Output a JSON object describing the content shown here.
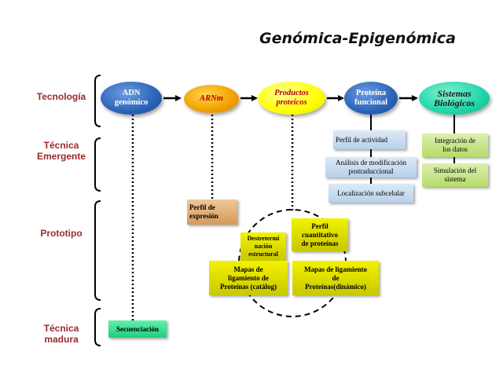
{
  "title": "Genómica-Epigenómica",
  "rows": {
    "tecnologia": "Tecnología",
    "tecnica_emergente_1": "Técnica",
    "tecnica_emergente_2": "Emergente",
    "prototipo": "Prototipo",
    "tecnica_madura_1": "Técnica",
    "tecnica_madura_2": "madura"
  },
  "nodes": {
    "adn_1": "ADN",
    "adn_2": "genómico",
    "arnm": "ARNm",
    "productos_1": "Productos",
    "productos_2": "proteicos",
    "proteina_1": "Proteína",
    "proteina_2": "funcional",
    "sistemas_1": "Sistemas",
    "sistemas_2": "Biológicos"
  },
  "boxes": {
    "perfil_actividad": "Perfil  de actividad",
    "analisis_1": "Análisis  de modificación",
    "analisis_2": "postraduccional",
    "localizacion": "Localización  subcelular",
    "integracion_1": "Integración  de",
    "integracion_2": "los datos",
    "simulacion_1": "Simulación  del",
    "simulacion_2": "sistema",
    "perfil_expresion_1": "Perfil  de",
    "perfil_expresion_2": "expresión",
    "destretermi_1": "Destretermi",
    "destretermi_2": "nación",
    "destretermi_3": "estructural",
    "perfil_cuant_1": "Perfil",
    "perfil_cuant_2": "cuantitativo",
    "perfil_cuant_3": "de proteínas",
    "mapas_catalogo_1": "Mapas de",
    "mapas_catalogo_2": "ligamiento  de",
    "mapas_catalogo_3": "Proteínas  (catálog)",
    "mapas_dinamico_1": "Mapas de ligamiento",
    "mapas_dinamico_2": "de",
    "mapas_dinamico_3": "Proteínas(dinámico)",
    "secuenciacion": "Secuenciación"
  },
  "colors": {
    "blue_node": "#2a64b8",
    "orange_node": "#f2a000",
    "yellow_node": "#ffff00",
    "teal_node": "#1fd6a8",
    "row_label": "#9b2a2a",
    "box_blue": "#c8ddf0",
    "box_green": "#c9e58a",
    "box_tan": "#e0b078",
    "box_olive": "#e8e800",
    "box_mint": "#2ee896"
  }
}
